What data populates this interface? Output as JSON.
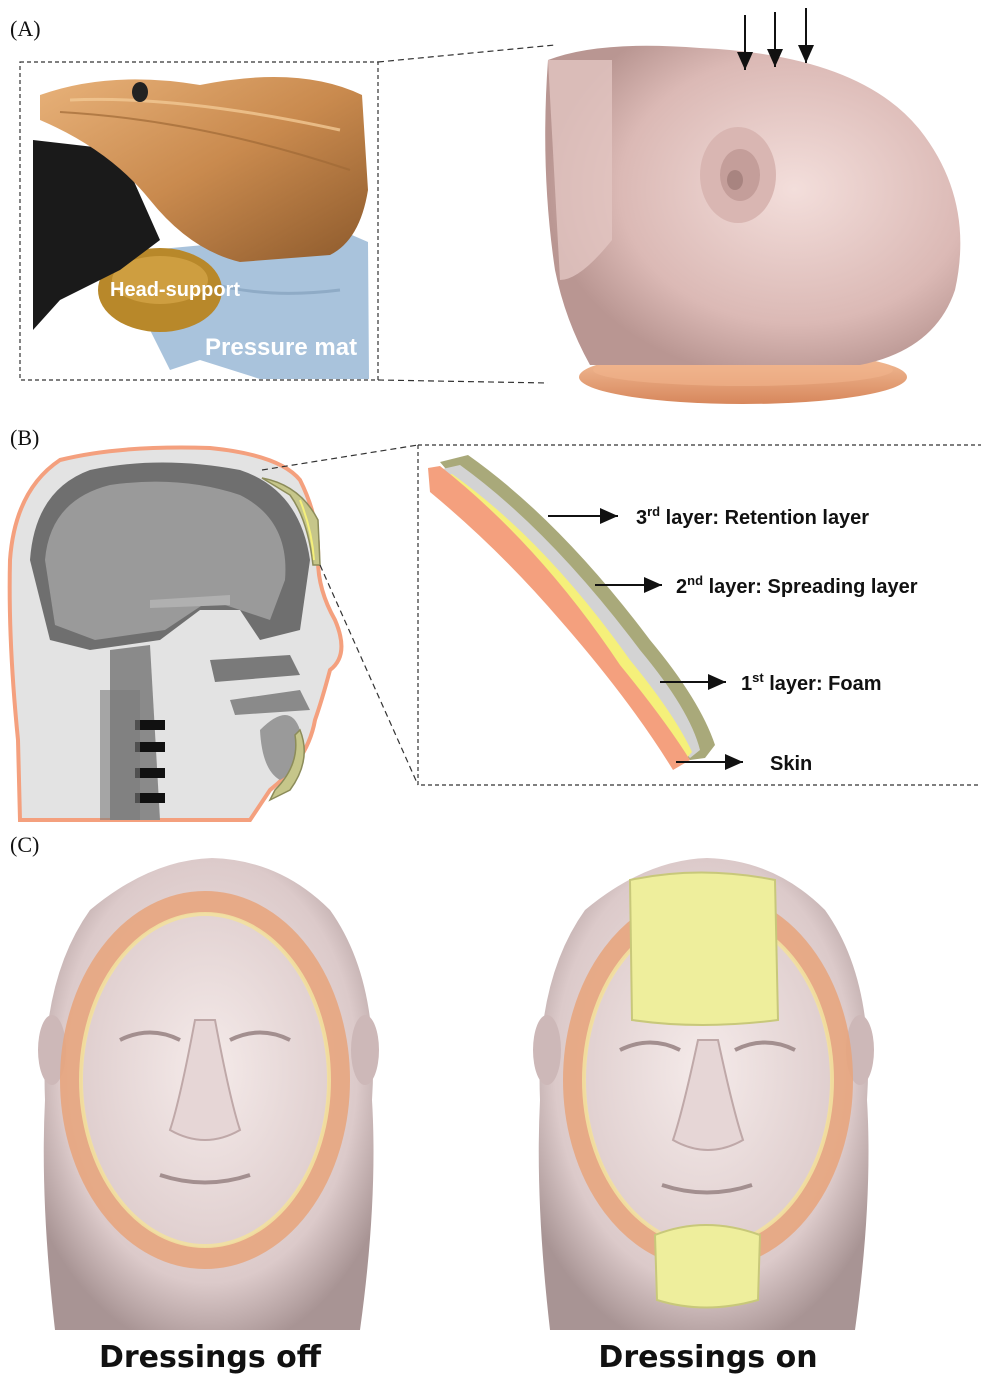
{
  "panels": {
    "a": {
      "label": "(A)",
      "head_support_label": "Head-support",
      "pressure_mat_label": "Pressure mat"
    },
    "b": {
      "label": "(B)",
      "layers": [
        {
          "prefix": "3",
          "sup": "rd",
          "text": " layer: Retention layer"
        },
        {
          "prefix": "2",
          "sup": "nd",
          "text": " layer: Spreading layer"
        },
        {
          "prefix": "1",
          "sup": "st",
          "text": " layer: Foam"
        },
        {
          "prefix": "Skin",
          "sup": "",
          "text": ""
        }
      ]
    },
    "c": {
      "label": "(C)",
      "caption_left": "Dressings off",
      "caption_right": "Dressings on"
    }
  },
  "colors": {
    "skin_model": "#e9cfcc",
    "ring": "#e8a37a",
    "skin_layer": "#f4a07e",
    "foam": "#f5f07a",
    "spreading": "#d3d3d3",
    "retention": "#a9a97a",
    "dressing": "#eeeea0"
  }
}
